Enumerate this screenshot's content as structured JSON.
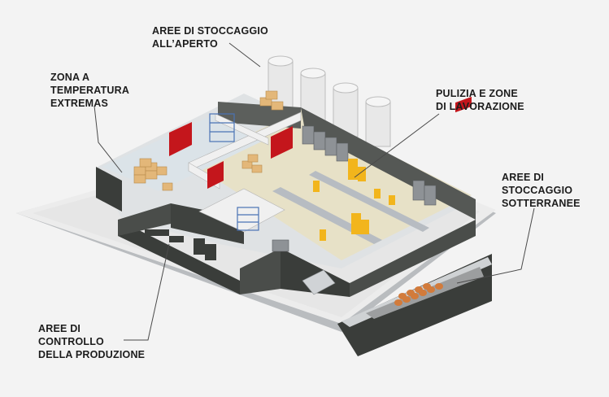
{
  "labels": {
    "outdoor_storage": [
      "AREE DI STOCCAGGIO",
      "ALL’APERTO"
    ],
    "temperature_zone": [
      "ZONA A",
      "TEMPERATURA",
      "EXTREMAS"
    ],
    "cleaning_processing": [
      "PULIZIA E ZONE",
      "DI LAVORAZIONE"
    ],
    "underground_storage": [
      "AREE DI",
      "STOCCAGGIO",
      "SOTTERRANEE"
    ],
    "production_control": [
      "AREE DI",
      "CONTROLLO",
      "DELLA PRODUZIONE"
    ]
  },
  "colors": {
    "background": "#f3f3f3",
    "wall_dark": "#3a3d3a",
    "floor_light": "#d9dde0",
    "door_red": "#c4161c",
    "machine_yellow": "#f2b51c",
    "crate_tan": "#e3b779",
    "leader_line": "#4a4a4a"
  }
}
